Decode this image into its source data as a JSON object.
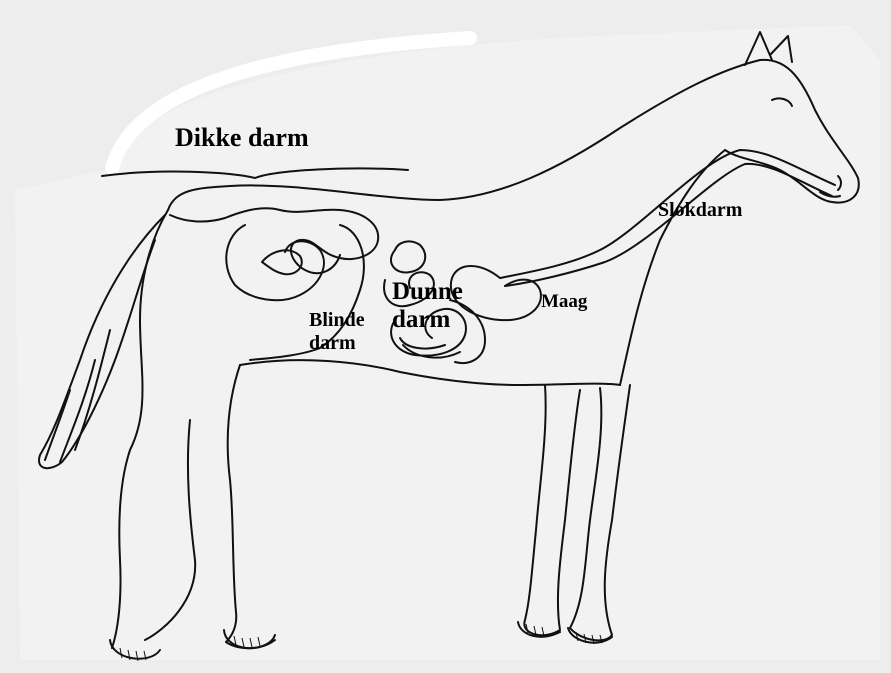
{
  "labels": {
    "dikke_darm": "Dikke darm",
    "slokdarm": "Slokdarm",
    "maag": "Maag",
    "dunne_darm": [
      "Dunne",
      "darm"
    ],
    "blinde_darm": [
      "Blinde",
      "darm"
    ]
  },
  "colors": {
    "background": "#ededed",
    "line": "#111111",
    "paper": "#f7f7f7"
  }
}
